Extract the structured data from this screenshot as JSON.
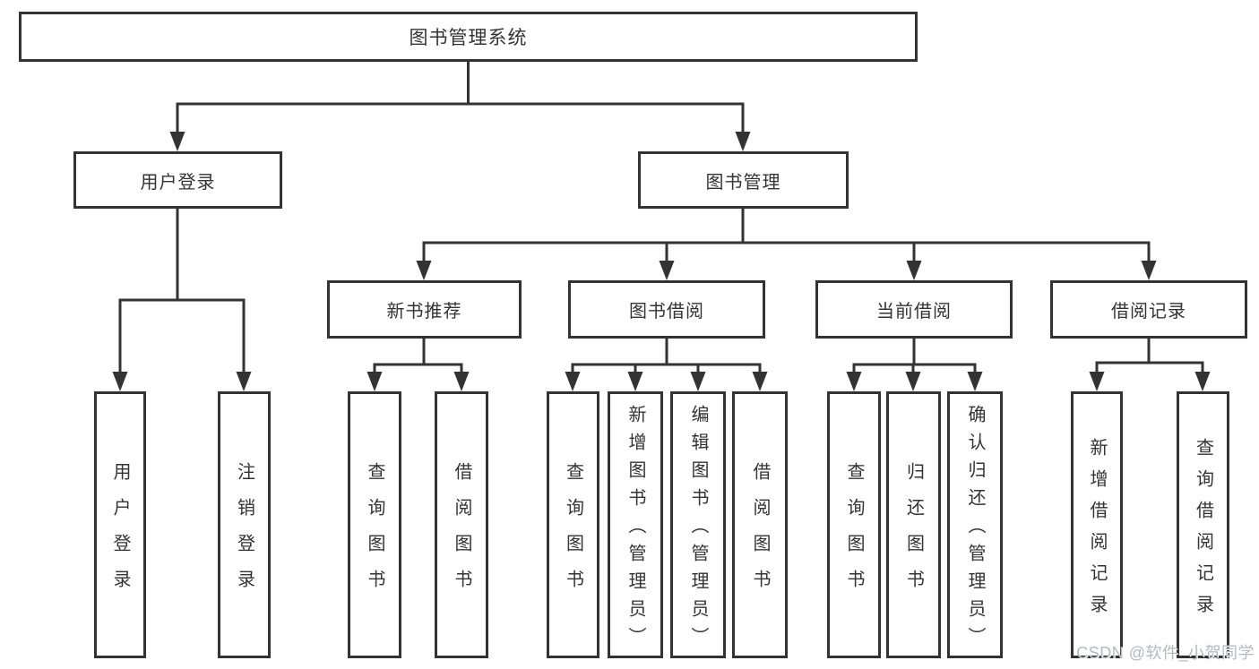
{
  "diagram": {
    "root": "图书管理系统",
    "level2": {
      "user_login": "用户登录",
      "book_mgmt": "图书管理"
    },
    "level3": {
      "new_books": "新书推荐",
      "book_borrow": "图书借阅",
      "current_borrow": "当前借阅",
      "borrow_records": "借阅记录"
    },
    "leaves": {
      "user_login": [
        "用户登录",
        "注销登录"
      ],
      "new_books": [
        "查询图书",
        "借阅图书"
      ],
      "book_borrow": [
        "查询图书",
        "新增图书（管理员）",
        "编辑图书（管理员）",
        "借阅图书"
      ],
      "current_borrow": [
        "查询图书",
        "归还图书",
        "确认归还（管理员）"
      ],
      "borrow_records": [
        "新增借阅记录",
        "查询借阅记录"
      ]
    }
  },
  "watermark": "CSDN @软件_小贺同学",
  "colors": {
    "line": "#333333",
    "box_border": "#333333",
    "text": "#333333",
    "watermark": "#b5b9c0",
    "background": "#ffffff"
  }
}
